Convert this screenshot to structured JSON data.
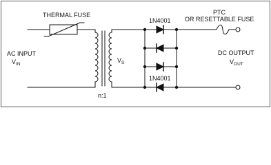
{
  "labels": {
    "thermal_fuse": "THERMAL FUSE",
    "ac_input_line1": "AC INPUT",
    "vin_main": "V",
    "vin_sub": "IN",
    "vs_main": "V",
    "vs_sub": "S",
    "ratio": "n:1",
    "diode_top": "1N4001",
    "diode_bottom": "1N4001",
    "ptc_line1": "PTC",
    "ptc_line2": "OR RESETTABLE FUSE",
    "dc_output_line1": "DC OUTPUT",
    "vout_main": "V",
    "vout_sub": "OUT"
  },
  "colors": {
    "line": "#111111",
    "frame": "#555555",
    "background": "#ffffff"
  }
}
